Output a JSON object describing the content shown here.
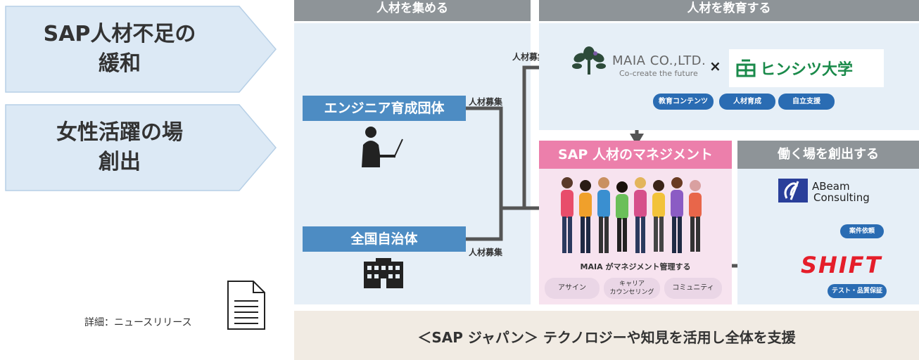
{
  "goals": [
    {
      "line1": "SAP人材不足の",
      "line2": "緩和"
    },
    {
      "line1": "女性活躍の場",
      "line2": "創出"
    }
  ],
  "recruit": {
    "header": "人材を集める",
    "orgs": [
      "エンジニア育成団体",
      "全国自治体"
    ],
    "recruit_label": "人材募集"
  },
  "educate": {
    "header": "人材を教育する",
    "maia_name": "MAIA CO.,LTD.",
    "maia_tagline": "Co-create the future",
    "times": "×",
    "hensitsu": "ヒンシツ大学",
    "pills": [
      "教育コンテンツ",
      "人材育成",
      "自立支援"
    ]
  },
  "manage": {
    "header": "SAP 人材のマネジメント",
    "caption": "MAIA がマネジメント管理する",
    "pills": [
      "アサイン",
      "キャリア\nカウンセリング",
      "コミュニティ"
    ]
  },
  "work": {
    "header": "働く場を創出する",
    "abeam_line1": "ABeam",
    "abeam_line2": "Consulting",
    "request": "案件依頼",
    "shift": "SHIFT",
    "test": "テスト・品質保証"
  },
  "bottom": "＜SAP ジャパン＞ テクノロジーや知見を活用し全体を支援",
  "detail_link": "詳細：ニュースリリース"
}
